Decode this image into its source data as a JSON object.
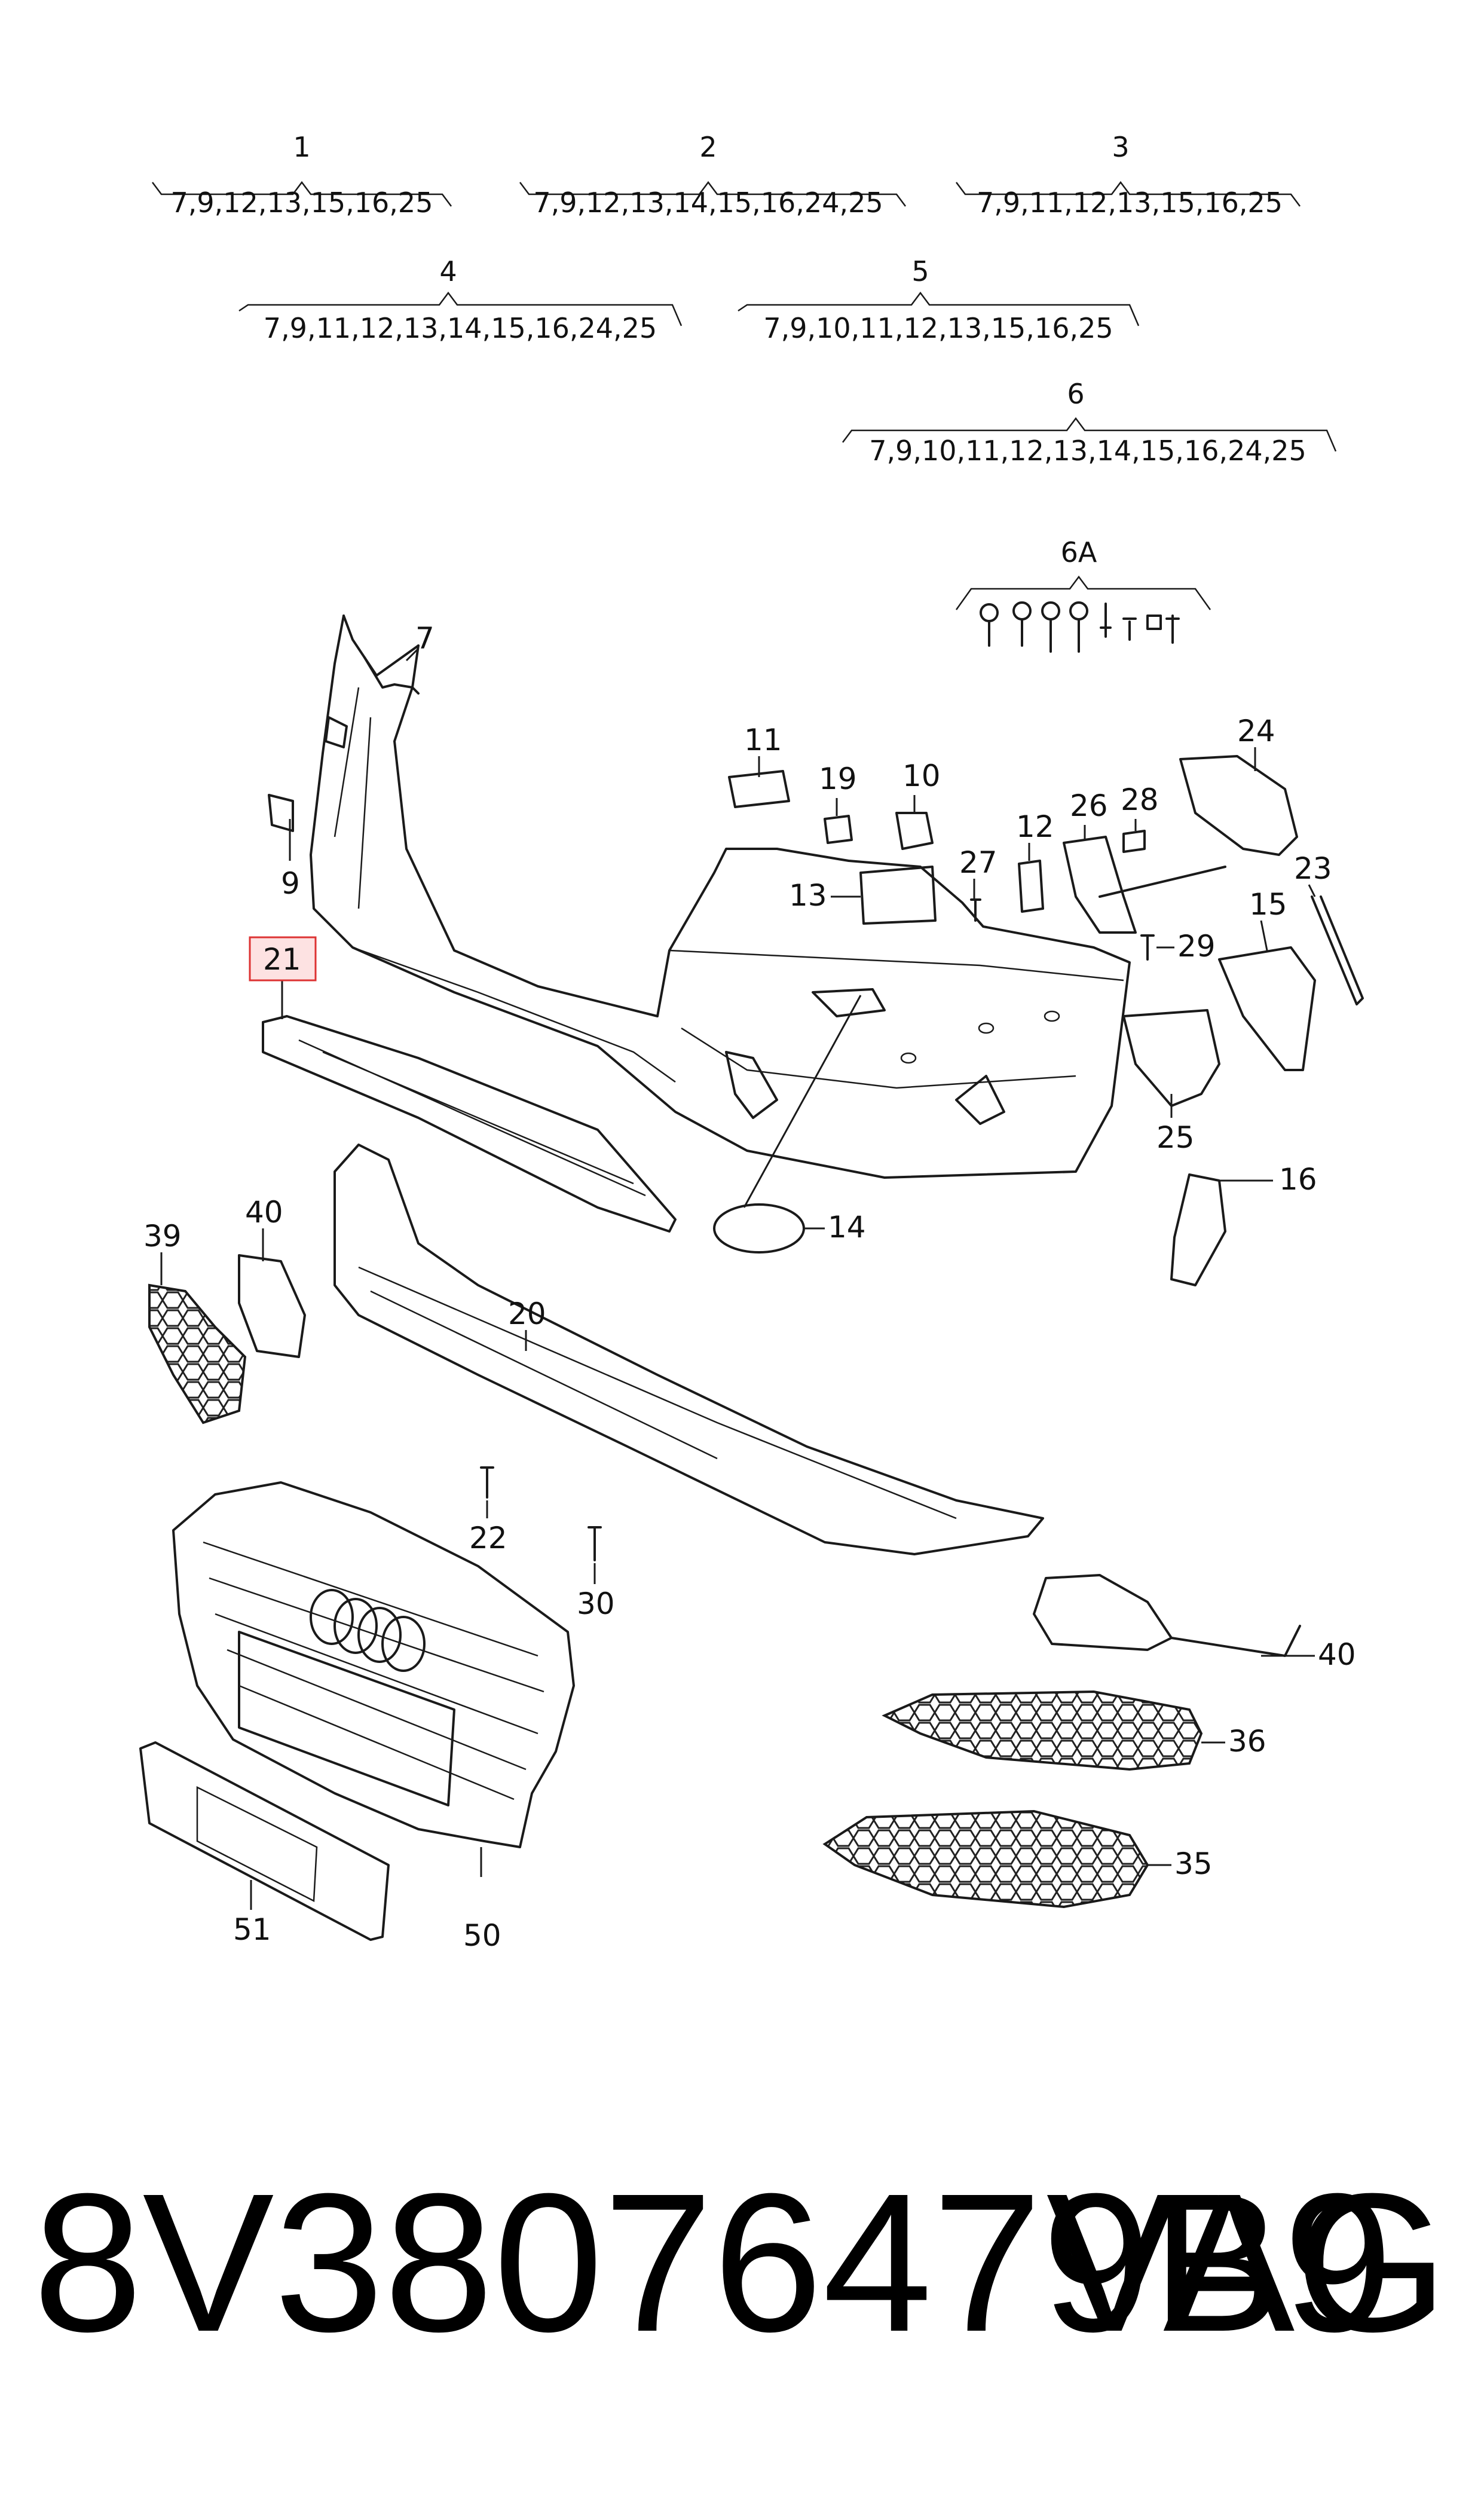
{
  "groups": [
    {
      "num": "1",
      "items": "7,9,12,13,15,16,25"
    },
    {
      "num": "2",
      "items": "7,9,12,13,14,15,16,24,25"
    },
    {
      "num": "3",
      "items": "7,9,11,12,13,15,16,25"
    },
    {
      "num": "4",
      "items": "7,9,11,12,13,14,15,16,24,25"
    },
    {
      "num": "5",
      "items": "7,9,10,11,12,13,15,16,25"
    },
    {
      "num": "6",
      "items": "7,9,10,11,12,13,14,15,16,24,25"
    },
    {
      "num": "6A",
      "items": ""
    }
  ],
  "labels": {
    "p7": "7",
    "p9": "9",
    "p11": "11",
    "p19": "19",
    "p10": "10",
    "p13": "13",
    "p12": "12",
    "p26": "26",
    "p28": "28",
    "p27": "27",
    "p29": "29",
    "p24": "24",
    "p23": "23",
    "p15": "15",
    "p21": "21",
    "p25": "25",
    "p16": "16",
    "p14": "14",
    "p40a": "40",
    "p39": "39",
    "p20": "20",
    "p22": "22",
    "p30": "30",
    "p40b": "40",
    "p36": "36",
    "p35": "35",
    "p51": "51",
    "p50": "50"
  },
  "highlight": "21",
  "footer": {
    "part_number": "8V38076479B9",
    "brand": "VAG"
  }
}
